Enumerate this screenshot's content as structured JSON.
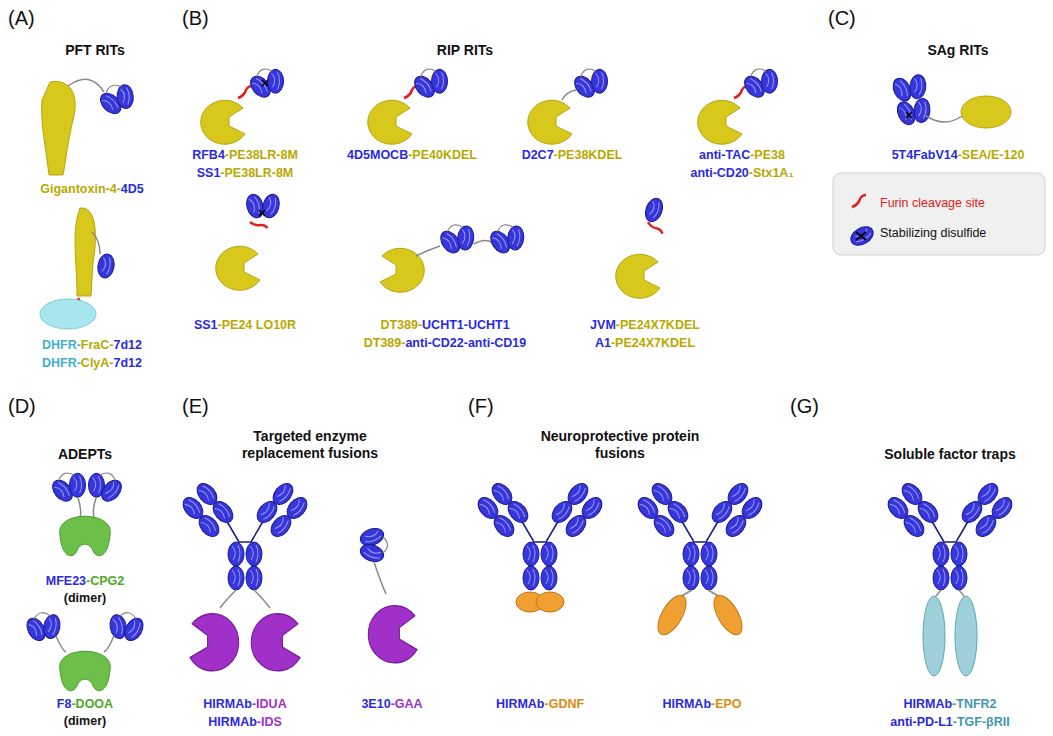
{
  "diagram": {
    "labels": [
      "(A)",
      "PFT RITs",
      "Gigantoxin-4-",
      "4D5",
      "DHFR-",
      "FraC-",
      "7d12",
      "DHFR-",
      "ClyA-",
      "7d12",
      "(B)",
      "RIP RITs",
      "RFB4",
      "-PE38LR-8M",
      "SS1",
      "-PE38LR-8M",
      "4D5MOCB",
      "-PE40KDEL",
      "D2C7",
      "-PE38KDEL",
      "anti-TAC",
      "-PE38",
      "anti-CD20",
      "-Stx1A₁",
      "SS1",
      "-PE24 LO10R",
      "DT389-",
      "UCHT1-UCHT1",
      "DT389-",
      "anti-CD22-anti-CD19",
      "JVM",
      "-PE24X7KDEL",
      "A1",
      "-PE24X7KDEL",
      "(C)",
      "SAg RITs",
      "5T4FabV14",
      "-SEA/E-120",
      "(D)",
      "ADEPTs",
      "MFE23",
      "-CPG2",
      "(dimer)",
      "F8",
      "-DOOA",
      "(dimer)",
      "(E)",
      "Targeted enzyme replacement fusions",
      "HIRMAb",
      "-IDUA",
      "HIRMAb",
      "-IDS",
      "3E10",
      "-GAA",
      "(F)",
      "Neuroprotective protein fusions",
      "HIRMAb",
      "-GDNF",
      "HIRMAb",
      "-EPO",
      "(G)",
      "Soluble factor traps",
      "HIRMAb",
      "-TNFR2",
      "anti-PD-L1",
      "-TGF-βRII"
    ],
    "legend": [
      {
        "text": "Furin cleavage site"
      },
      {
        "text": "Stabilizing disulfide"
      }
    ]
  }
}
